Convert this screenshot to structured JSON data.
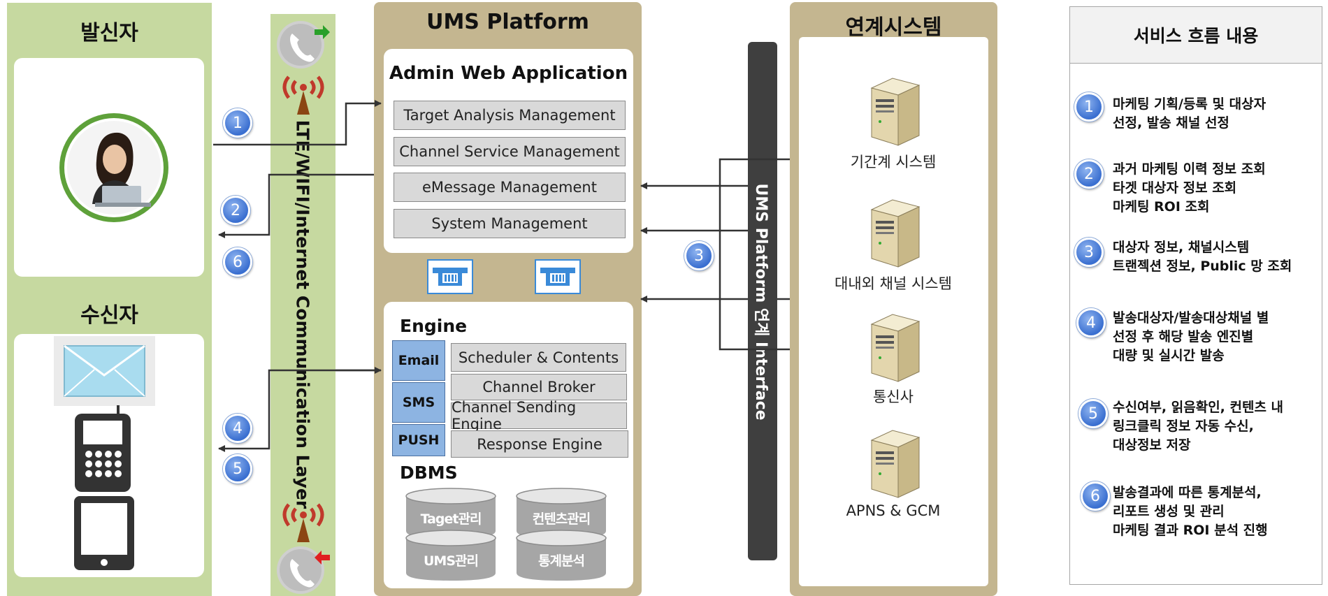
{
  "sender": {
    "title": "발신자"
  },
  "receiver": {
    "title": "수신자"
  },
  "comm_layer": {
    "label": "LTE/WIFI/Internet Communication Layer"
  },
  "ums": {
    "title": "UMS Platform",
    "admin": {
      "title": "Admin Web Application",
      "items": [
        "Target Analysis Management",
        "Channel Service Management",
        "eMessage Management",
        "System Management"
      ]
    },
    "engine": {
      "title": "Engine",
      "channels": [
        "Email",
        "SMS",
        "PUSH"
      ],
      "modules": [
        "Scheduler & Contents",
        "Channel Broker",
        "Channel Sending Engine",
        "Response Engine"
      ]
    },
    "dbms": {
      "title": "DBMS",
      "tables": [
        "Taget관리",
        "컨텐츠관리",
        "UMS관리",
        "통계분석"
      ]
    }
  },
  "interface_bar": {
    "label": "UMS Platform 연계 Interface"
  },
  "linked_systems": {
    "title": "연계시스템",
    "systems": [
      "기간계 시스템",
      "대내외 채널 시스템",
      "통신사",
      "APNS & GCM"
    ]
  },
  "markers": [
    "1",
    "2",
    "3",
    "4",
    "5",
    "6"
  ],
  "service_flow": {
    "title": "서비스 흐름 내용",
    "steps": [
      {
        "num": "1",
        "lines": [
          "마케팅 기획/등록 및 대상자",
          "선정, 발송 채널 선정"
        ]
      },
      {
        "num": "2",
        "lines": [
          "과거 마케팅 이력 정보 조회",
          "타겟 대상자 정보 조회",
          "마케팅 ROI 조회"
        ]
      },
      {
        "num": "3",
        "lines": [
          "대상자 정보, 채널시스템",
          "트랜젝션 정보, Public 망 조회"
        ]
      },
      {
        "num": "4",
        "lines": [
          "발송대상자/발송대상채널 별",
          "선정 후 해당 발송 엔진별",
          "대량 및 실시간 발송"
        ]
      },
      {
        "num": "5",
        "lines": [
          "수신여부, 읽음확인, 컨텐츠 내",
          "링크클릭 정보 자동 수신,",
          "대상정보 저장"
        ]
      },
      {
        "num": "6",
        "lines": [
          "발송결과에 따른 통계분석,",
          "리포트 생성 및 관리",
          "마케팅 결과 ROI 분석 진행"
        ]
      }
    ]
  },
  "colors": {
    "green_panel": "#c6d9a0",
    "tan_panel": "#c4b690",
    "channel_blue": "#8db4e2",
    "interface_bar": "#3f3f3f",
    "marker_blue": "#3a6fd0"
  }
}
